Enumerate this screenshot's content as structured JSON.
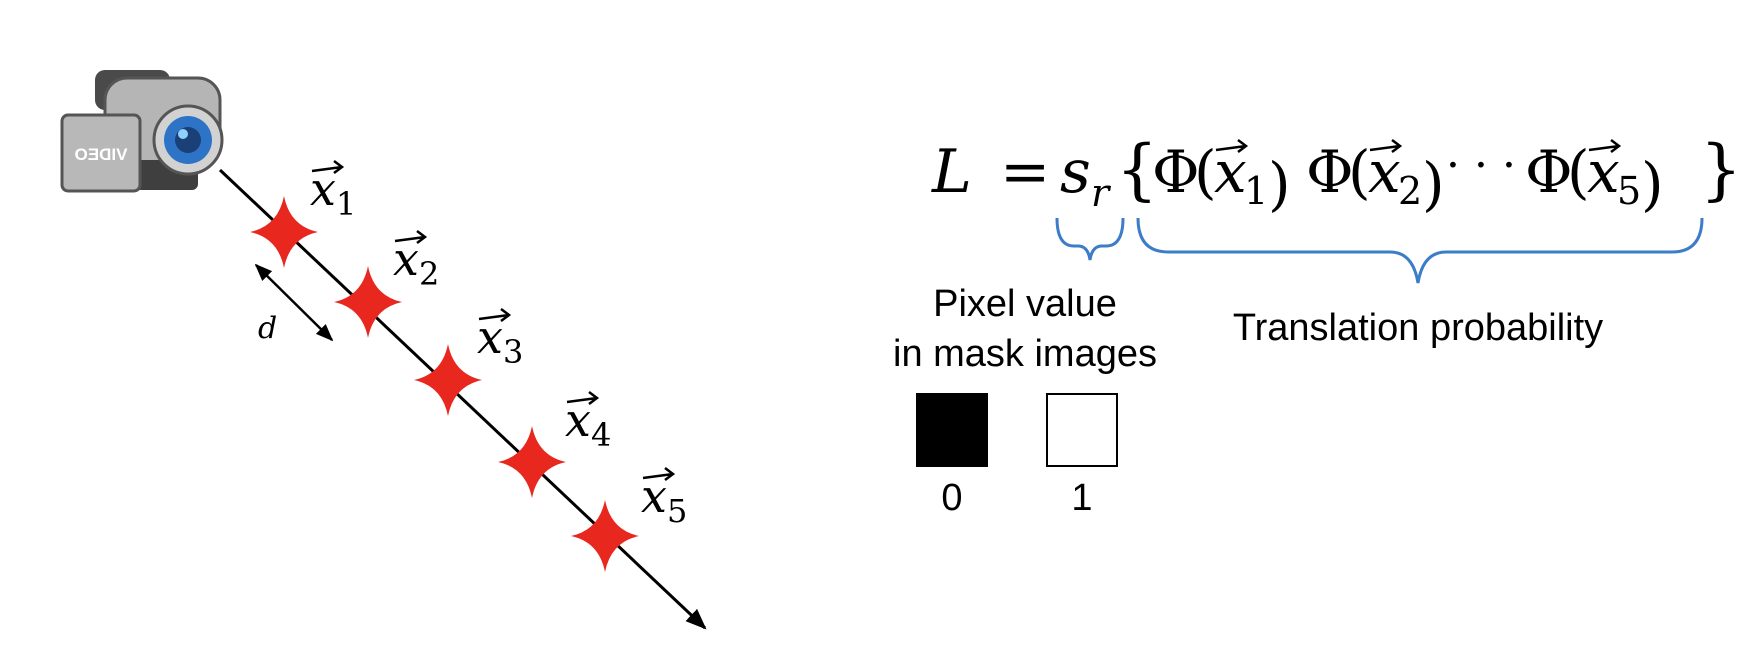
{
  "camera": {
    "icon": "video-camera-icon",
    "label": "VIDEO"
  },
  "points": [
    {
      "var": "x",
      "sub": "1"
    },
    {
      "var": "x",
      "sub": "2"
    },
    {
      "var": "x",
      "sub": "3"
    },
    {
      "var": "x",
      "sub": "4"
    },
    {
      "var": "x",
      "sub": "5"
    }
  ],
  "distance_label": "d",
  "equation": {
    "lhs": "L",
    "equals": "=",
    "s": "s",
    "s_sub": "r",
    "lbrace": "{",
    "rbrace": "}",
    "phi": "Φ",
    "dots": "· · ·",
    "var": "x",
    "subs": [
      "1",
      "2",
      "5"
    ]
  },
  "annotations": {
    "pixel_value_line1": "Pixel value",
    "pixel_value_line2": "in mask images",
    "translation_probability": "Translation probability"
  },
  "mask_legend": [
    {
      "color": "#000000",
      "label": "0"
    },
    {
      "color": "#ffffff",
      "label": "1"
    }
  ],
  "colors": {
    "star": "#e8271f",
    "brace": "#3d7cc9",
    "line": "#000000"
  }
}
